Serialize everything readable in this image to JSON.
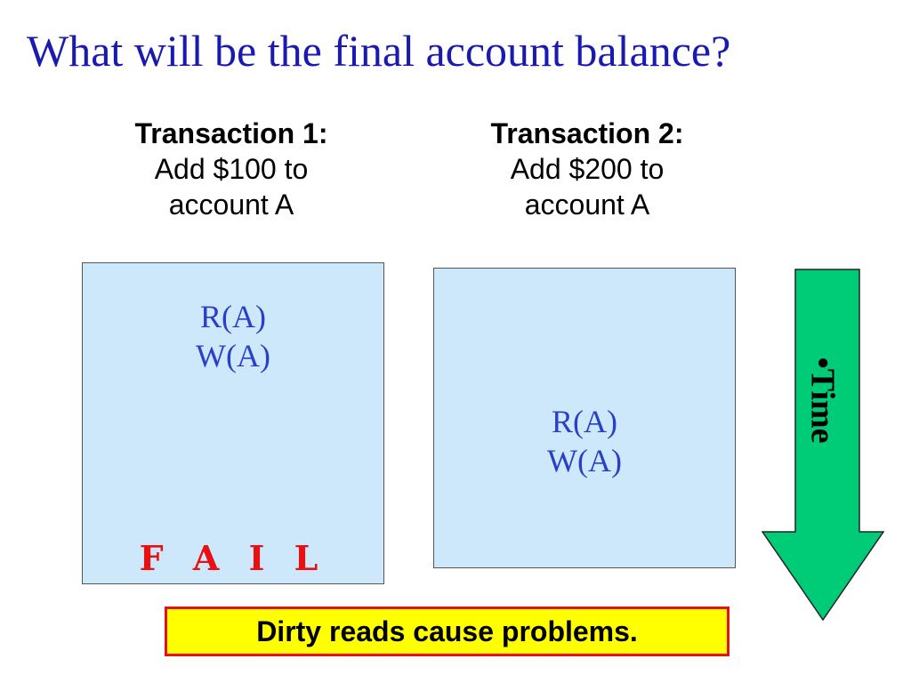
{
  "title": "What will be the final account balance?",
  "transactions": [
    {
      "title": "Transaction 1:",
      "description_line1": "Add $100 to",
      "description_line2": "account A",
      "ops": [
        "R(A)",
        "W(A)"
      ],
      "status": "F A I L"
    },
    {
      "title": "Transaction 2:",
      "description_line1": "Add $200 to",
      "description_line2": "account A",
      "ops": [
        "R(A)",
        "W(A)"
      ]
    }
  ],
  "time_arrow": {
    "label": "•Time",
    "color": "#00cc77"
  },
  "callout": {
    "text": "Dirty reads cause problems.",
    "background": "#ffff00",
    "border": "#e81010"
  },
  "colors": {
    "title": "#1a1ab0",
    "box_fill": "#cce8fa",
    "op_text": "#2a3fc8",
    "fail_text": "#e81010"
  }
}
